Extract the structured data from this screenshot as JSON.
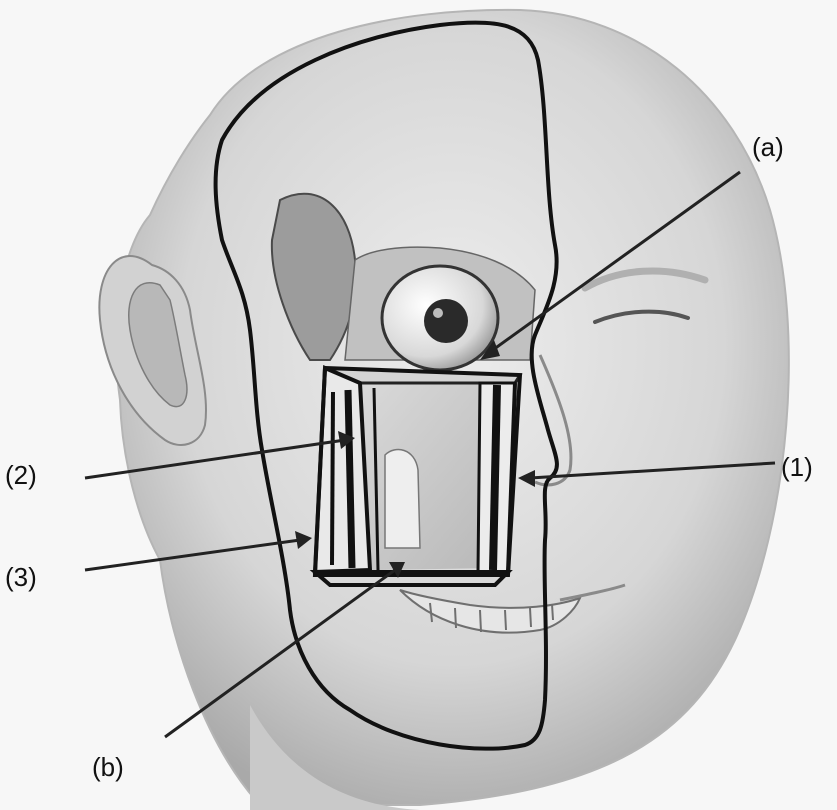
{
  "figure": {
    "labels": {
      "a": "(a)",
      "b": "(b)",
      "one": "(1)",
      "two": "(2)",
      "three": "(3)"
    },
    "colors": {
      "ink": "#111111",
      "skin_light": "#e4e4e4",
      "skin_mid": "#c8c8c8",
      "skin_dark": "#8c8c8c",
      "background": "#f7f7f7"
    }
  }
}
